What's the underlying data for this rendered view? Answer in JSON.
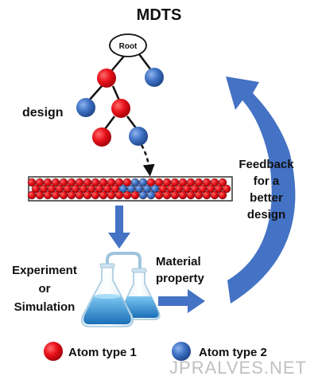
{
  "title": "MDTS",
  "tree": {
    "root_label": "Root"
  },
  "labels": {
    "design": "design",
    "experiment_lines": [
      "Experiment",
      "or",
      "Simulation"
    ],
    "material_lines": [
      "Material",
      "property"
    ],
    "feedback_lines": [
      "Feedback",
      "for a",
      "better",
      "design"
    ]
  },
  "legend": {
    "atom_type_1": "Atom type 1",
    "atom_type_2": "Atom type 2"
  },
  "watermark": "JPRALVES.NET",
  "colors": {
    "atom_type_1": "#e8121b",
    "atom_type_2": "#3f72c4",
    "arrow": "#4472c4",
    "flask_liquid": "#2f8fd6"
  }
}
